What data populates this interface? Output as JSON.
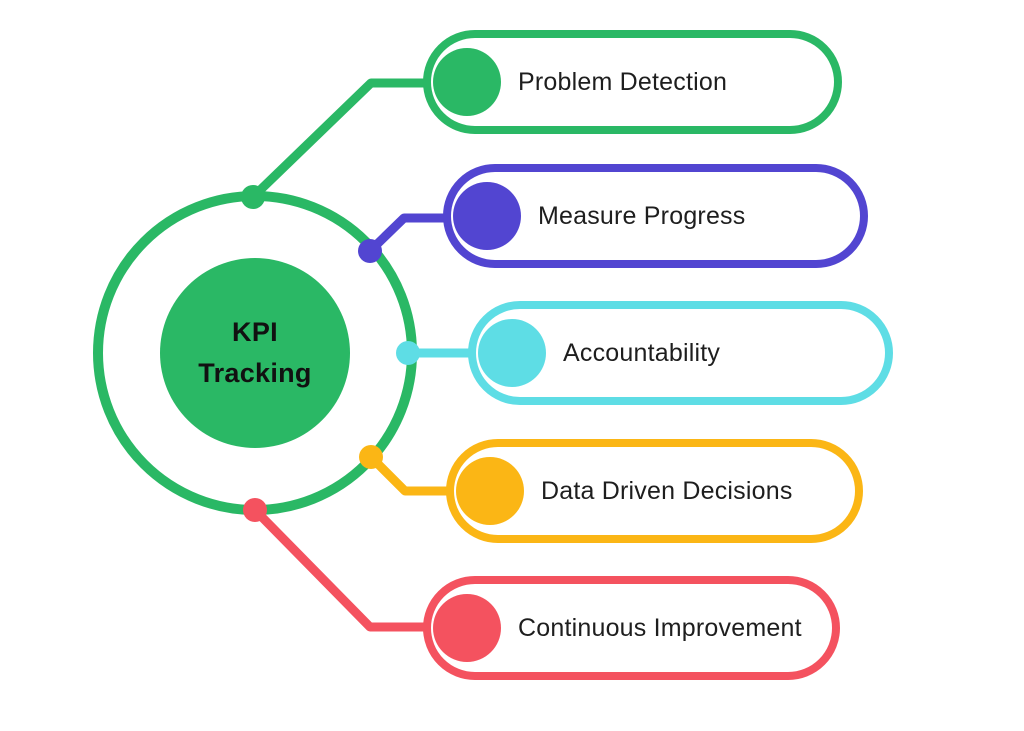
{
  "diagram": {
    "title": "KPI Tracking",
    "background_color": "#ffffff",
    "center": {
      "label": "KPI\nTracking",
      "fill_color": "#2ab865",
      "ring_color": "#2ab865",
      "text_color": "#111111"
    },
    "branches": [
      {
        "label": "Problem Detection",
        "color": "#2ab865"
      },
      {
        "label": "Measure Progress",
        "color": "#5245d1"
      },
      {
        "label": "Accountability",
        "color": "#5edde5"
      },
      {
        "label": "Data Driven Decisions",
        "color": "#fbb615"
      },
      {
        "label": "Continuous Improvement",
        "color": "#f4525f"
      }
    ],
    "label_text_color": "#1e1e1e"
  }
}
